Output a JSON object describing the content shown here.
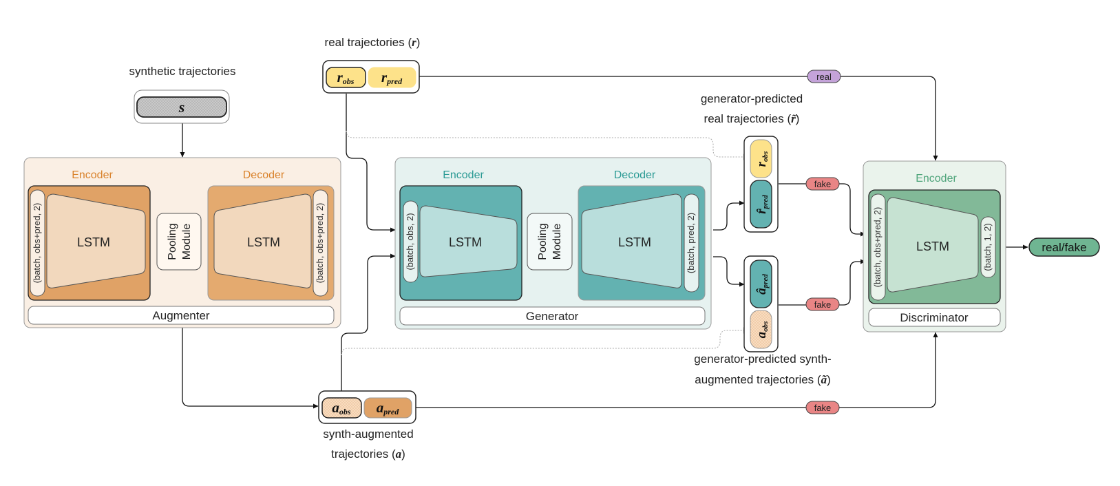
{
  "labels": {
    "real_traj": "real trajectories",
    "real_traj_sym": "r",
    "synthetic_traj": "synthetic trajectories",
    "s_sym": "s",
    "gen_pred_real_line1": "generator-predicted",
    "gen_pred_real_line2": "real trajectories",
    "gen_pred_real_sym": "r̃",
    "gen_pred_synth_line1": "generator-predicted synth-",
    "gen_pred_synth_line2": "augmented trajectories",
    "gen_pred_synth_sym": "ã",
    "synth_aug_line1": "synth-augmented",
    "synth_aug_line2": "trajectories",
    "synth_aug_sym": "a"
  },
  "tokens": {
    "r_obs": {
      "base": "r",
      "sub": "obs"
    },
    "r_pred": {
      "base": "r",
      "sub": "pred"
    },
    "a_obs": {
      "base": "a",
      "sub": "obs"
    },
    "a_pred": {
      "base": "a",
      "sub": "pred"
    },
    "rhat_obs": {
      "base": "r",
      "sub": "obs"
    },
    "rhat_pred": {
      "base": "r̂",
      "sub": "pred"
    },
    "ahat_pred": {
      "base": "â",
      "sub": "pred"
    },
    "ahat_obs": {
      "base": "a",
      "sub": "obs"
    }
  },
  "augmenter": {
    "title": "Augmenter",
    "encoder_label": "Encoder",
    "decoder_label": "Decoder",
    "lstm": "LSTM",
    "pooling_line1": "Pooling",
    "pooling_line2": "Module",
    "enc_shape": "(batch, obs+pred, 2)",
    "dec_shape": "(batch, obs+pred, 2)"
  },
  "generator": {
    "title": "Generator",
    "encoder_label": "Encoder",
    "decoder_label": "Decoder",
    "lstm": "LSTM",
    "pooling_line1": "Pooling",
    "pooling_line2": "Module",
    "enc_shape": "(batch, obs, 2)",
    "dec_shape": "(batch, pred, 2)"
  },
  "discriminator": {
    "title": "Discriminator",
    "encoder_label": "Encoder",
    "lstm": "LSTM",
    "in_shape": "(batch, obs+pred, 2)",
    "out_shape": "(batch, 1, 2)"
  },
  "tags": {
    "real": "real",
    "fake1": "fake",
    "fake2": "fake",
    "fake3": "fake",
    "output": "real/fake"
  },
  "colors": {
    "augmenter_bg": "#faefe4",
    "augmenter_enc": "#e0a266",
    "augmenter_dec": "#e4aa6f",
    "augmenter_trap": "#f2d8bd",
    "augmenter_text": "#d9822b",
    "generator_bg": "#e6f2f0",
    "generator_block": "#63b2b1",
    "generator_trap": "#b9dedc",
    "generator_text": "#2a9a94",
    "discriminator_bg": "#eaf3ec",
    "discriminator_block": "#82b998",
    "discriminator_trap": "#c6e2d2",
    "discriminator_text": "#4ea47a",
    "real_token": "#fde28a",
    "real_tag": "#c4a3d9",
    "fake_tag": "#e98585",
    "output_tag": "#6fb592",
    "synth_token": "#d5d5d5"
  }
}
